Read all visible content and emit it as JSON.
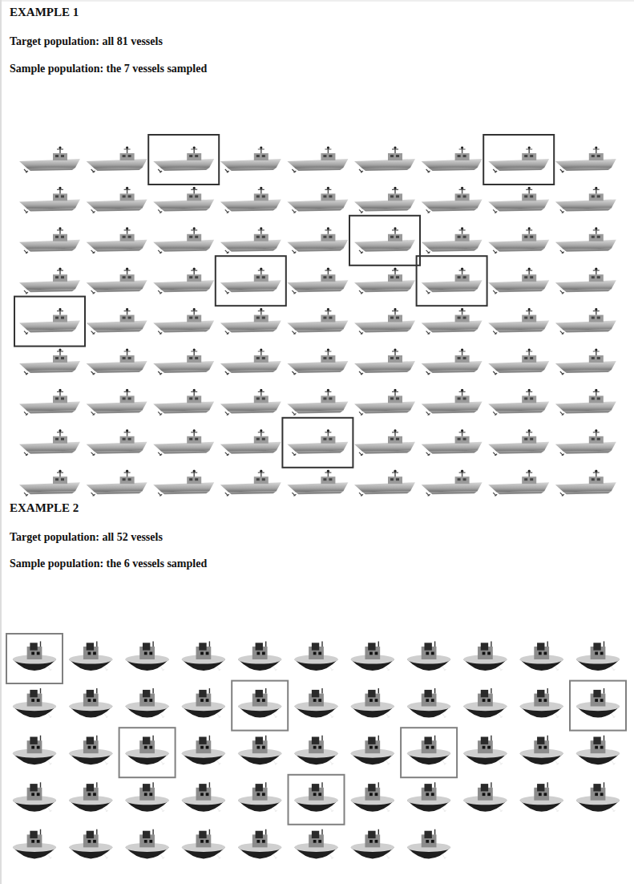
{
  "diagram": {
    "labels": [
      "EXAMPLE 1",
      "Target population: all 81 vessels",
      "Sample population: the 7 vessels sampled",
      "EXAMPLE 2",
      "Target population: all 52 vessels",
      "Sample population: the 6 vessels sampled"
    ]
  }
}
